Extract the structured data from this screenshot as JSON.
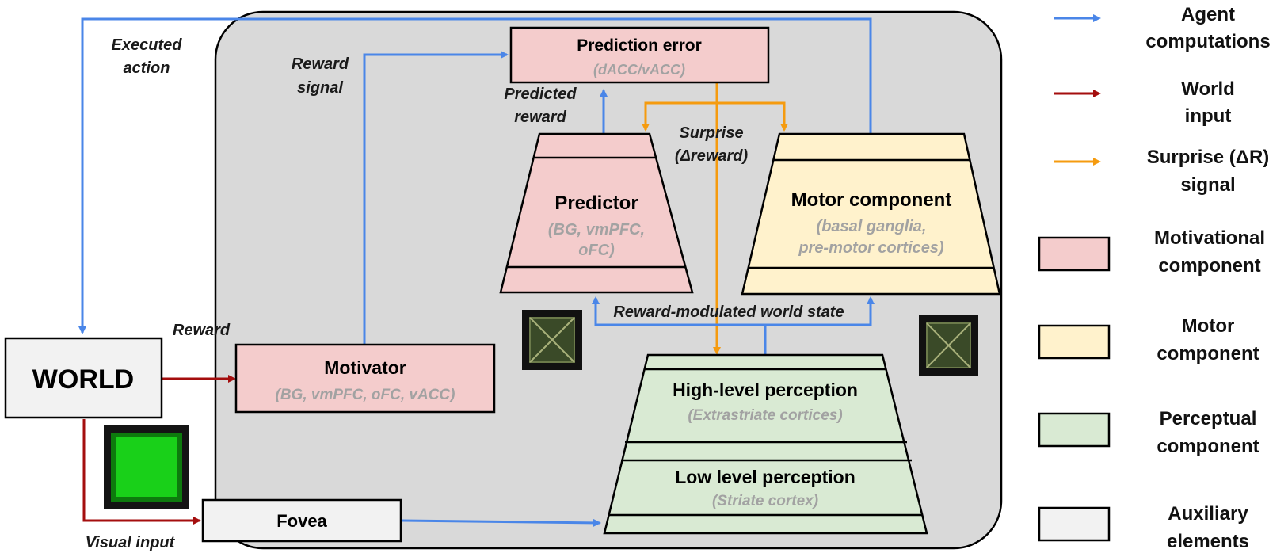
{
  "colors": {
    "agent": "#4a86e8",
    "world": "#a40e0e",
    "surprise": "#f59b0f",
    "motivational_fill": "#f4cccc",
    "motor_fill": "#fff2cc",
    "perceptual_fill": "#d9ead3",
    "auxiliary_fill": "#f2f2f2",
    "agent_region_fill": "#d9d9d9",
    "stimulus_green": "#19d019"
  },
  "nodes": {
    "prediction_error": {
      "title": "Prediction error",
      "subtitle": "(dACC/vACC)"
    },
    "predictor": {
      "title": "Predictor",
      "subtitle_line1": "(BG, vmPFC,",
      "subtitle_line2": "oFC)"
    },
    "motor": {
      "title": "Motor component",
      "subtitle_line1": "(basal ganglia,",
      "subtitle_line2": "pre-motor cortices)"
    },
    "motivator": {
      "title": "Motivator",
      "subtitle": "(BG, vmPFC, oFC, vACC)"
    },
    "high_perception": {
      "title": "High-level perception",
      "subtitle": "(Extrastriate cortices)"
    },
    "low_perception": {
      "title": "Low level perception",
      "subtitle": "(Striate cortex)"
    },
    "world": {
      "title": "WORLD"
    },
    "fovea": {
      "title": "Fovea"
    }
  },
  "edge_labels": {
    "executed_action_1": "Executed",
    "executed_action_2": "action",
    "reward_signal_1": "Reward",
    "reward_signal_2": "signal",
    "predicted_reward_1": "Predicted",
    "predicted_reward_2": "reward",
    "surprise_1": "Surprise",
    "surprise_2": "(Δreward)",
    "reward_modulated": "Reward-modulated world state",
    "reward": "Reward",
    "visual_input": "Visual input"
  },
  "legend": {
    "agent_1": "Agent",
    "agent_2": "computations",
    "world_1": "World",
    "world_2": "input",
    "surprise_1": "Surprise (ΔR)",
    "surprise_2": "signal",
    "motivational_1": "Motivational",
    "motivational_2": "component",
    "motor_1": "Motor",
    "motor_2": "component",
    "perceptual_1": "Perceptual",
    "perceptual_2": "component",
    "auxiliary_1": "Auxiliary",
    "auxiliary_2": "elements"
  },
  "icons": {
    "stimulus_square": "green-square-stimulus-icon",
    "glimpse_left": "foveal-glimpse-icon",
    "glimpse_right": "foveal-glimpse-icon"
  }
}
